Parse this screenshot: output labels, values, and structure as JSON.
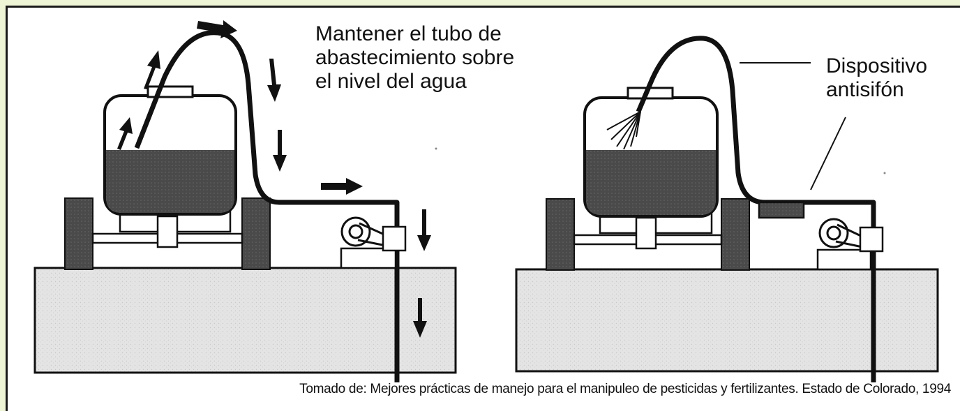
{
  "left_panel": {
    "annotation": "Mantener el tubo de\nabastecimiento sobre\nel nivel del agua"
  },
  "right_panel": {
    "annotation": "Dispositivo\nantisifón"
  },
  "caption": "Tomado de: Mejores prácticas de manejo para el manipuleo de pesticidas y fertilizantes. Estado de Colorado, 1994",
  "colors": {
    "background": "#eef5d6",
    "line": "#111111",
    "water": "#e3e3e3",
    "dark_fill": "#444444"
  }
}
